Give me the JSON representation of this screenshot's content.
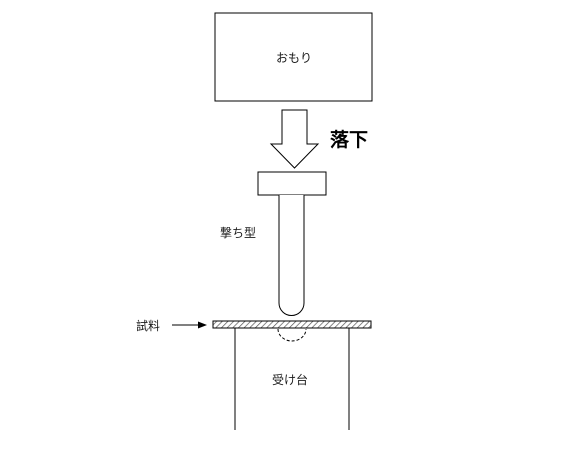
{
  "labels": {
    "weight": "おもり",
    "drop": "落下",
    "striker": "撃ち型",
    "specimen": "試料",
    "support": "受け台"
  },
  "colors": {
    "stroke": "#000000",
    "background": "#ffffff",
    "hatch": "#555555"
  }
}
